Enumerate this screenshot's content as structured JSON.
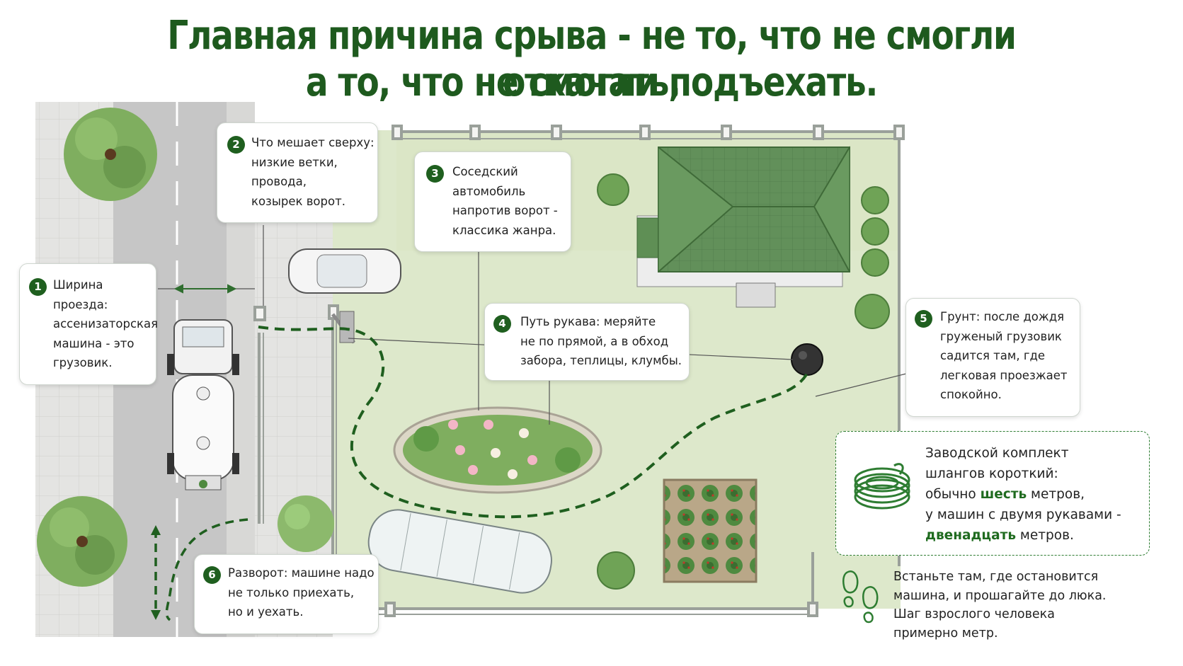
{
  "title": {
    "line1": "Главная причина срыва - не то, что не смогли откачать,",
    "line2": "а то, что не смогли подъехать."
  },
  "callouts": [
    {
      "number": "1",
      "lines": [
        "Ширина",
        "проезда:",
        "ассенизаторская",
        "машина - это",
        "грузовик."
      ]
    },
    {
      "number": "2",
      "lines": [
        "Что мешает сверху:",
        "низкие ветки,",
        "провода,",
        "козырек ворот."
      ]
    },
    {
      "number": "3",
      "lines": [
        "Соседский",
        "автомобиль",
        "напротив ворот -",
        "классика жанра."
      ]
    },
    {
      "number": "4",
      "lines": [
        "Путь рукава: меряйте",
        "не по прямой, а в обход",
        "забора, теплицы, клумбы."
      ]
    },
    {
      "number": "5",
      "lines": [
        "Грунт: после дождя",
        "груженый грузовик",
        "садится там, где",
        "легковая проезжает",
        "спокойно."
      ]
    },
    {
      "number": "6",
      "lines": [
        "Разворот: машине надо",
        "не только приехать,",
        "но и уехать."
      ]
    }
  ],
  "hose_kit": {
    "icon": "hose-coil-icon",
    "line1": "Заводской комплект",
    "line2": "шлангов короткий:",
    "line3_pre": "обычно ",
    "line3_hl": "шесть",
    "line3_post": " метров,",
    "line4": "у машин с двумя рукавами -",
    "line5_hl": "двенадцать",
    "line5_post": " метров."
  },
  "step_tip": {
    "icon": "footprints-icon",
    "lines": [
      "Встаньте там, где остановится",
      "машина, и прошагайте до люка.",
      "Шаг взрослого человека",
      "примерно метр."
    ]
  },
  "colors": {
    "title": "#1e5a1e",
    "accent": "#1f5f1f",
    "lawn": "#dce7c9",
    "road": "#c8c8c8",
    "roof": "#5f8f55"
  }
}
